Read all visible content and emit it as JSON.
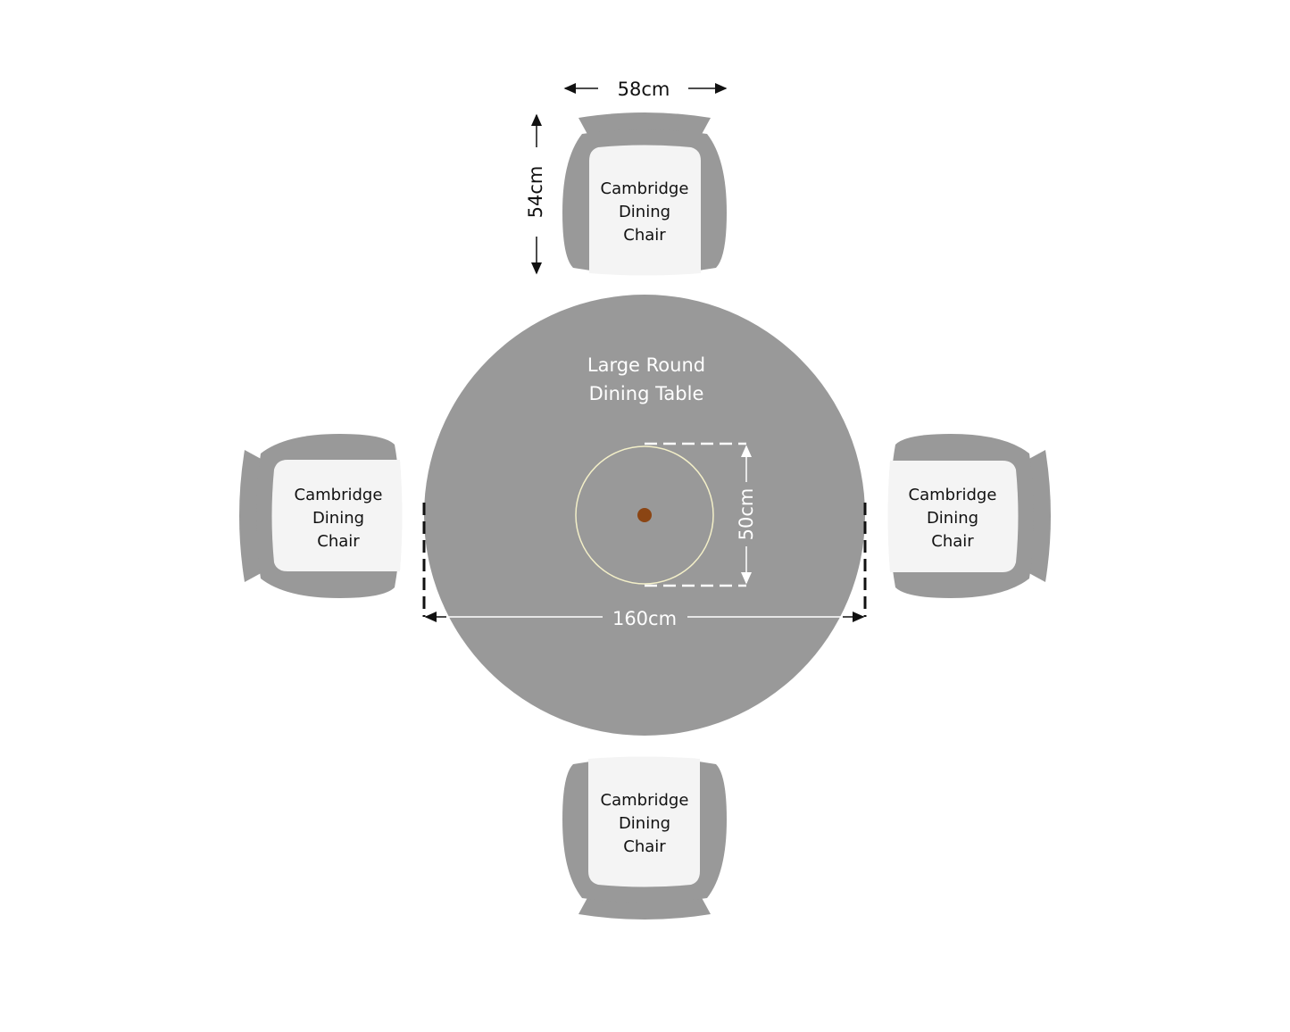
{
  "colors": {
    "furniture": "#999999",
    "cushion": "#f4f4f4",
    "center_dot": "#8b4513",
    "lazy_susan_outline": "#f3efc8"
  },
  "table": {
    "label_line1": "Large Round",
    "label_line2": "Dining Table",
    "diameter_label": "160cm",
    "lazy_susan_label": "50cm"
  },
  "chairs": [
    {
      "line1": "Cambridge",
      "line2": "Dining",
      "line3": "Chair"
    },
    {
      "line1": "Cambridge",
      "line2": "Dining",
      "line3": "Chair"
    },
    {
      "line1": "Cambridge",
      "line2": "Dining",
      "line3": "Chair"
    },
    {
      "line1": "Cambridge",
      "line2": "Dining",
      "line3": "Chair"
    }
  ],
  "chair_dimensions": {
    "width_label": "58cm",
    "depth_label": "54cm"
  }
}
